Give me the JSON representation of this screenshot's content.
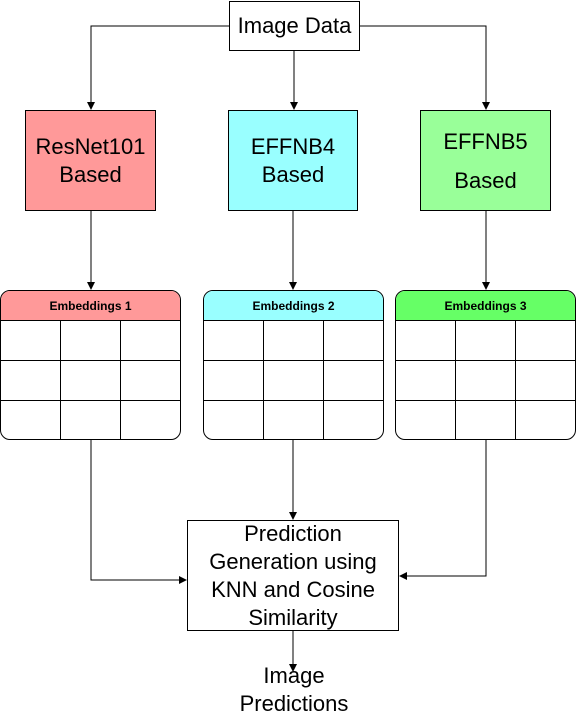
{
  "source": {
    "label": "Image Data"
  },
  "models": [
    {
      "label": "ResNet101\nBased",
      "color": "#ff9999"
    },
    {
      "label": "EFFNB4\nBased",
      "color": "#99ffff"
    },
    {
      "label": "EFFNB5\nBased",
      "color": "#99ff99"
    }
  ],
  "embeddings": [
    {
      "label": "Embeddings 1",
      "color": "#ff9999"
    },
    {
      "label": "Embeddings 2",
      "color": "#99ffff"
    },
    {
      "label": "Embeddings 3",
      "color": "#66ff66"
    }
  ],
  "prediction": {
    "label": "Prediction\nGeneration using\nKNN and Cosine\nSimilarity"
  },
  "output": {
    "label": "Image\nPredictions"
  }
}
